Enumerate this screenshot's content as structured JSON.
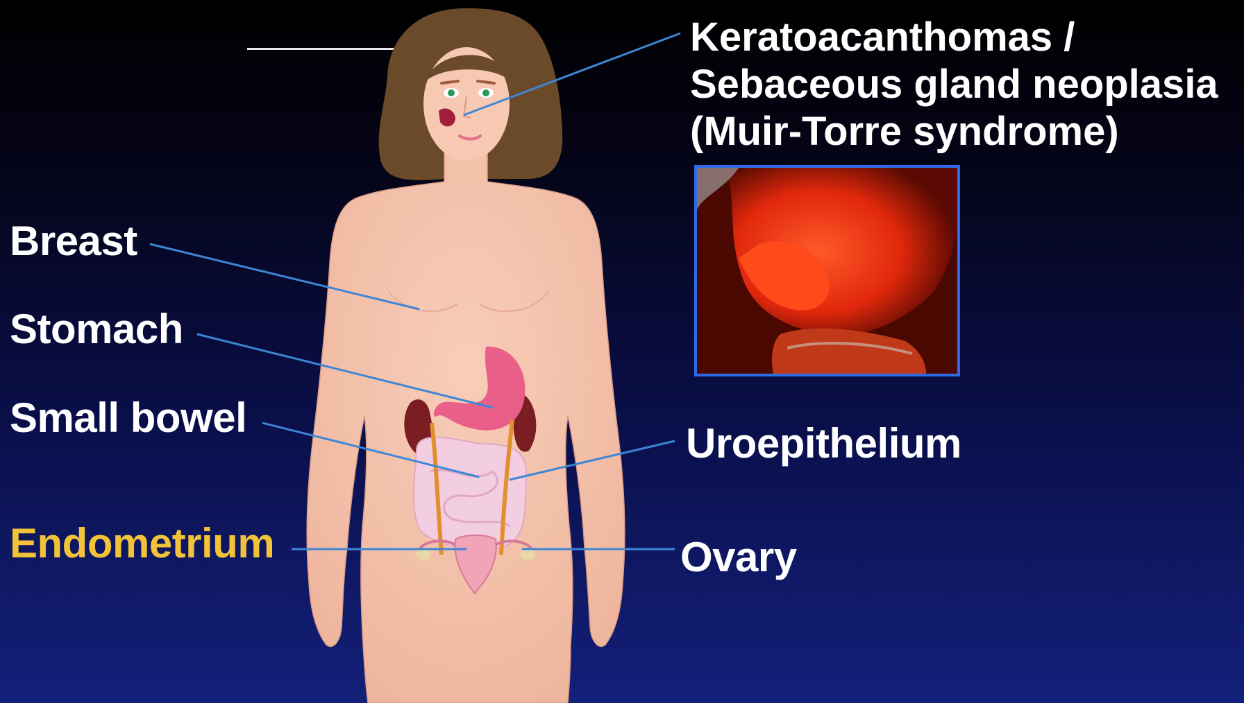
{
  "labels": {
    "title_line1": "Keratoacanthomas /",
    "title_line2": "Sebaceous gland neoplasia",
    "title_line3": "(Muir-Torre syndrome)",
    "breast": "Breast",
    "stomach": "Stomach",
    "small_bowel": "Small bowel",
    "endometrium": "Endometrium",
    "uroepithelium": "Uroepithelium",
    "ovary": "Ovary"
  },
  "colors": {
    "accent": "#f2c338",
    "leader_line": "#3d86d6",
    "photo_border": "#2f6be8",
    "skin": "#f6c3ad",
    "hair": "#6b4a2a"
  },
  "icons": [
    "woman-figure-icon",
    "skin-lesion-photo"
  ]
}
